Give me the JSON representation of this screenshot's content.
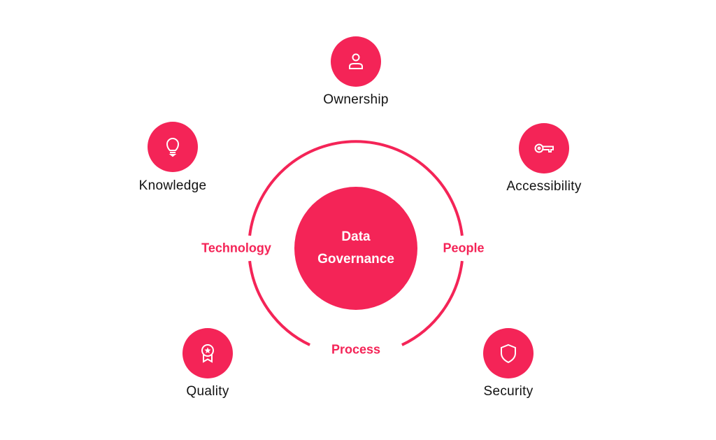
{
  "center": {
    "line1": "Data",
    "line2": "Governance"
  },
  "pillars": {
    "left": "Technology",
    "right": "People",
    "bottom": "Process"
  },
  "nodes": [
    {
      "label": "Ownership",
      "icon": "person-icon"
    },
    {
      "label": "Knowledge",
      "icon": "lightbulb-icon"
    },
    {
      "label": "Accessibility",
      "icon": "key-icon"
    },
    {
      "label": "Quality",
      "icon": "award-badge-icon"
    },
    {
      "label": "Security",
      "icon": "shield-icon"
    }
  ],
  "colors": {
    "accent": "#F42457",
    "text": "#111111"
  }
}
